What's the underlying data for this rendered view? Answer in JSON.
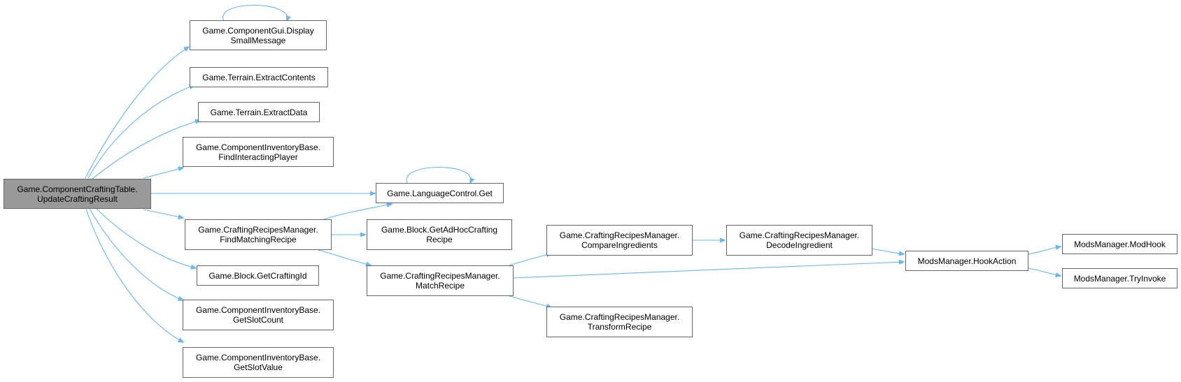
{
  "graph": {
    "colors": {
      "edge": "#63b8ff",
      "node_border": "#666666",
      "root_fill": "#999999",
      "node_fill": "#ffffff"
    },
    "nodes": {
      "root": {
        "line1": "Game.ComponentCraftingTable.",
        "line2": "UpdateCraftingResult"
      },
      "display_msg": {
        "line1": "Game.ComponentGui.Display",
        "line2": "SmallMessage"
      },
      "extract_contents": {
        "line1": "Game.Terrain.ExtractContents"
      },
      "extract_data": {
        "line1": "Game.Terrain.ExtractData"
      },
      "find_player": {
        "line1": "Game.ComponentInventoryBase.",
        "line2": "FindInteractingPlayer"
      },
      "lang_get": {
        "line1": "Game.LanguageControl.Get"
      },
      "find_recipe": {
        "line1": "Game.CraftingRecipesManager.",
        "line2": "FindMatchingRecipe"
      },
      "adhoc": {
        "line1": "Game.Block.GetAdHocCrafting",
        "line2": "Recipe"
      },
      "crafting_id": {
        "line1": "Game.Block.GetCraftingId"
      },
      "slot_count": {
        "line1": "Game.ComponentInventoryBase.",
        "line2": "GetSlotCount"
      },
      "slot_value": {
        "line1": "Game.ComponentInventoryBase.",
        "line2": "GetSlotValue"
      },
      "match_recipe": {
        "line1": "Game.CraftingRecipesManager.",
        "line2": "MatchRecipe"
      },
      "compare": {
        "line1": "Game.CraftingRecipesManager.",
        "line2": "CompareIngredients"
      },
      "transform": {
        "line1": "Game.CraftingRecipesManager.",
        "line2": "TransformRecipe"
      },
      "decode": {
        "line1": "Game.CraftingRecipesManager.",
        "line2": "DecodeIngredient"
      },
      "hook_action": {
        "line1": "ModsManager.HookAction"
      },
      "mod_hook": {
        "line1": "ModsManager.ModHook"
      },
      "try_invoke": {
        "line1": "ModsManager.TryInvoke"
      }
    },
    "edges": [
      {
        "from": "root",
        "to": "display_msg"
      },
      {
        "from": "root",
        "to": "extract_contents"
      },
      {
        "from": "root",
        "to": "extract_data"
      },
      {
        "from": "root",
        "to": "find_player"
      },
      {
        "from": "root",
        "to": "lang_get"
      },
      {
        "from": "root",
        "to": "find_recipe"
      },
      {
        "from": "root",
        "to": "crafting_id"
      },
      {
        "from": "root",
        "to": "slot_count"
      },
      {
        "from": "root",
        "to": "slot_value"
      },
      {
        "from": "display_msg",
        "to": "display_msg"
      },
      {
        "from": "lang_get",
        "to": "lang_get"
      },
      {
        "from": "find_recipe",
        "to": "lang_get"
      },
      {
        "from": "find_recipe",
        "to": "adhoc"
      },
      {
        "from": "find_recipe",
        "to": "match_recipe"
      },
      {
        "from": "match_recipe",
        "to": "compare"
      },
      {
        "from": "match_recipe",
        "to": "hook_action"
      },
      {
        "from": "match_recipe",
        "to": "transform"
      },
      {
        "from": "compare",
        "to": "decode"
      },
      {
        "from": "decode",
        "to": "hook_action"
      },
      {
        "from": "hook_action",
        "to": "mod_hook"
      },
      {
        "from": "hook_action",
        "to": "try_invoke"
      }
    ]
  }
}
